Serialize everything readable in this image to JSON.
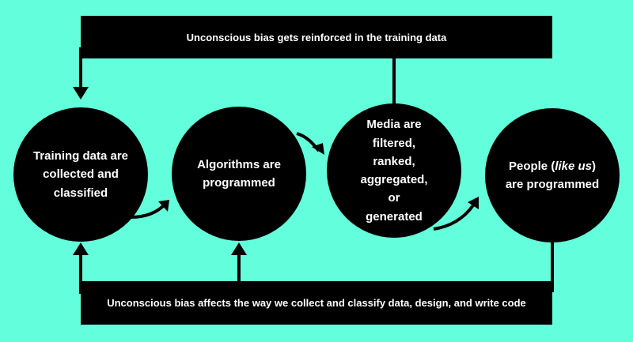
{
  "diagram": {
    "top_banner": "Unconscious bias gets reinforced in the training data",
    "bottom_banner": "Unconscious bias affects the way we collect and classify data, design, and write code",
    "nodes": [
      {
        "lines": [
          "Training data are",
          "collected and",
          "classified"
        ]
      },
      {
        "lines": [
          "Algorithms are",
          "programmed"
        ]
      },
      {
        "lines": [
          "Media are",
          "filtered, ranked,",
          "aggregated, or",
          "generated"
        ]
      },
      {
        "prefix": "People (",
        "italic": "like us",
        "suffix": ")",
        "line2": "are programmed"
      }
    ],
    "colors": {
      "background": "#63fedb",
      "shape": "#000000",
      "text": "#ffffff"
    }
  }
}
